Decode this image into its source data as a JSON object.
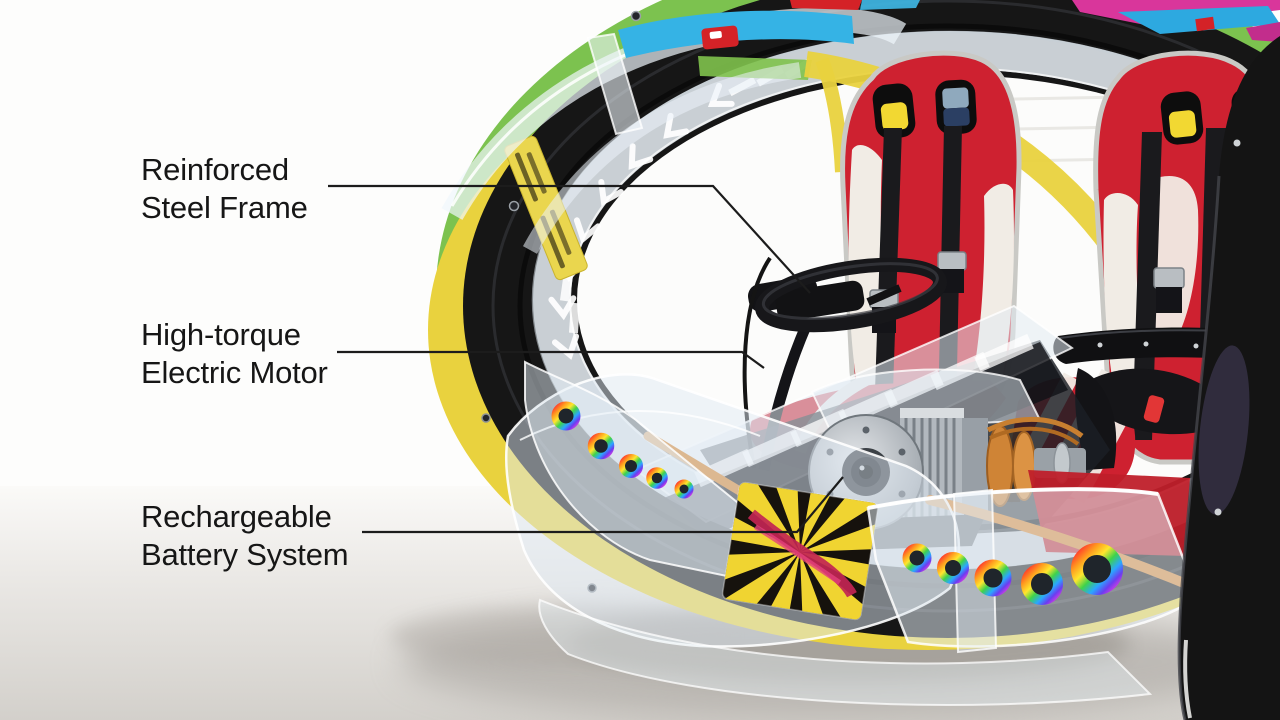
{
  "figure": {
    "annotations": [
      {
        "id": "steel-frame",
        "text": "Reinforced\nSteel Frame"
      },
      {
        "id": "electric-motor",
        "text": "High-torque\nElectric Motor"
      },
      {
        "id": "battery-system",
        "text": "Rechargeable\nBattery System"
      }
    ]
  },
  "colors": {
    "label_text": "#161616",
    "leader_line": "#1c1c1c",
    "rim_green": "#7cc24f",
    "rim_yellow": "#e9d23e",
    "ring_black": "#161616",
    "seat_red": "#ce2130",
    "seat_white": "#f1ece5",
    "harness_black": "#1a1a1d",
    "motor_silver": "#b2b8be",
    "copper_orange": "#cf8436",
    "cable_orange": "#d9862f",
    "decal_blue": "#35b3e5",
    "decal_magenta": "#d9369b",
    "decal_red": "#d42227",
    "inner_green": "#7fc24c",
    "sunburst_yellow": "#f0d431",
    "sunburst_text_red": "#c22553",
    "floor_grey": "#d5d2cd",
    "background_white": "#fdfdfc"
  }
}
